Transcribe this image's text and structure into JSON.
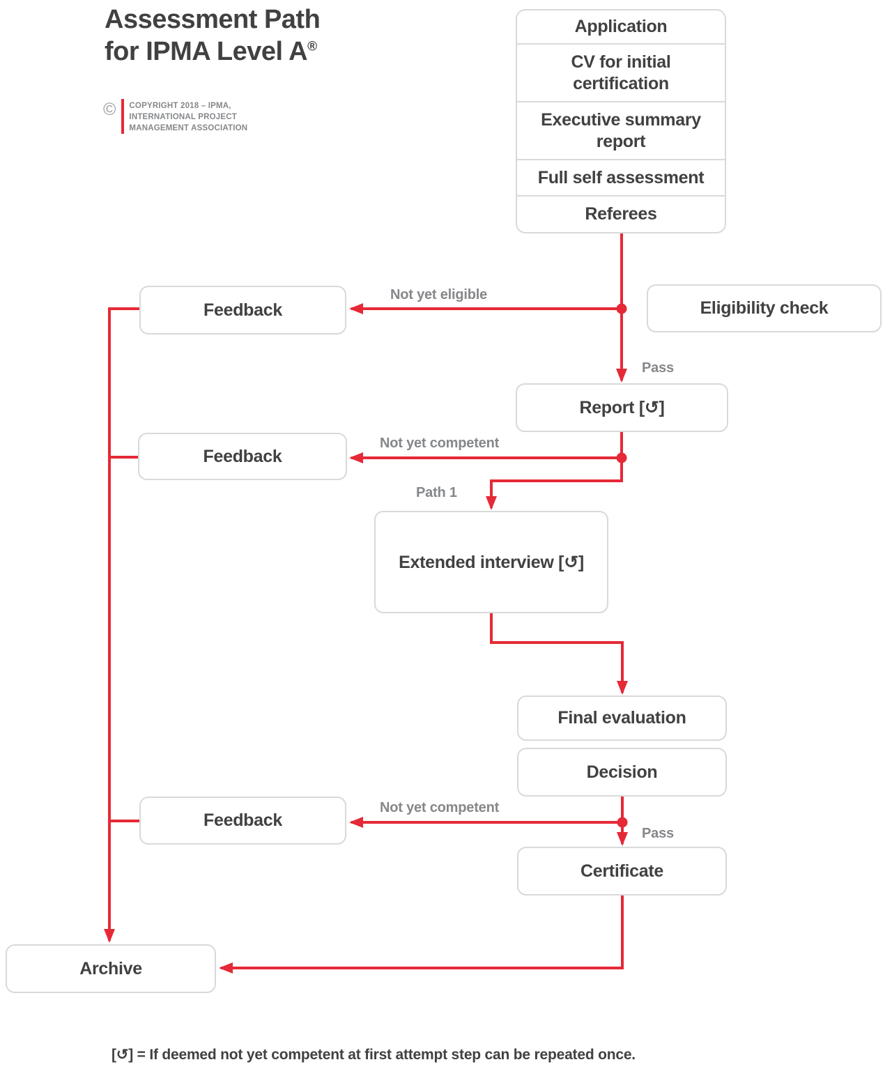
{
  "title": {
    "line1": "Assessment Path",
    "line2": "for IPMA Level A",
    "registered": "®"
  },
  "copyright": {
    "symbol": "©",
    "line1": "COPYRIGHT 2018 – IPMA,",
    "line2": "INTERNATIONAL PROJECT",
    "line3": "MANAGEMENT ASSOCIATION"
  },
  "documents": {
    "items": [
      "Application",
      "CV for initial certification",
      "Executive summary report",
      "Full self assessment",
      "Referees"
    ]
  },
  "nodes": {
    "feedback_1": "Feedback",
    "eligibility_check": "Eligibility check",
    "report": "Report [↺]",
    "feedback_2": "Feedback",
    "extended_interview": "Extended interview [↺]",
    "final_evaluation": "Final evaluation",
    "decision": "Decision",
    "feedback_3": "Feedback",
    "certificate": "Certificate",
    "archive": "Archive"
  },
  "edge_labels": {
    "not_yet_eligible": "Not yet eligible",
    "pass_1": "Pass",
    "not_yet_competent_1": "Not yet competent",
    "path_1": "Path 1",
    "not_yet_competent_2": "Not yet competent",
    "pass_2": "Pass"
  },
  "footnote": "[↺] = If deemed not yet competent at first attempt step can be repeated once.",
  "colors": {
    "red": "#e62937",
    "dark_text": "#414042",
    "gray_text": "#85878a",
    "box_border": "#d8d9da"
  }
}
